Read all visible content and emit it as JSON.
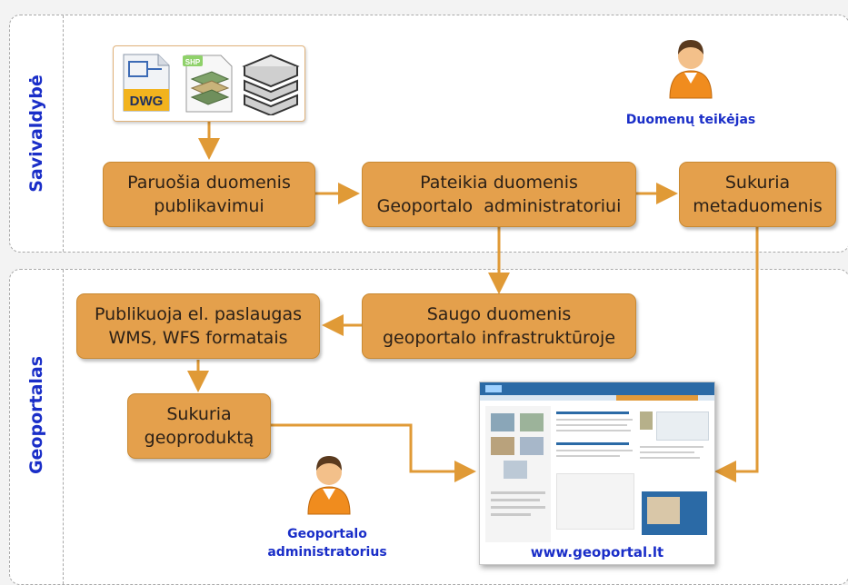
{
  "lanes": {
    "top": {
      "title": "Savivaldybė"
    },
    "bottom": {
      "title": "Geoportalas"
    }
  },
  "files": {
    "dwg_label": "DWG",
    "shp_label": "SHP"
  },
  "boxes": {
    "prepare": {
      "line1": "Paruošia duomenis",
      "line2": "publikavimui"
    },
    "submit": {
      "line1": "Pateikia duomenis",
      "line2": "Geoportalo  administratoriui"
    },
    "metadata": {
      "line1": "Sukuria",
      "line2": "metaduomenis"
    },
    "store": {
      "line1": "Saugo duomenis",
      "line2": "geoportalo infrastruktūroje"
    },
    "publish": {
      "line1": "Publikuoja el. paslaugas",
      "line2": "WMS, WFS formatais"
    },
    "geoproduct": {
      "line1": "Sukuria",
      "line2": "geoproduktą"
    }
  },
  "persons": {
    "provider": {
      "label": "Duomenų teikėjas"
    },
    "admin": {
      "line1": "Geoportalo",
      "line2": "administratorius"
    }
  },
  "website": {
    "url": "www.geoportal.lt"
  },
  "colors": {
    "box_fill": "#e4a04c",
    "arrow": "#e09a36",
    "label_blue": "#1a2ec8"
  }
}
